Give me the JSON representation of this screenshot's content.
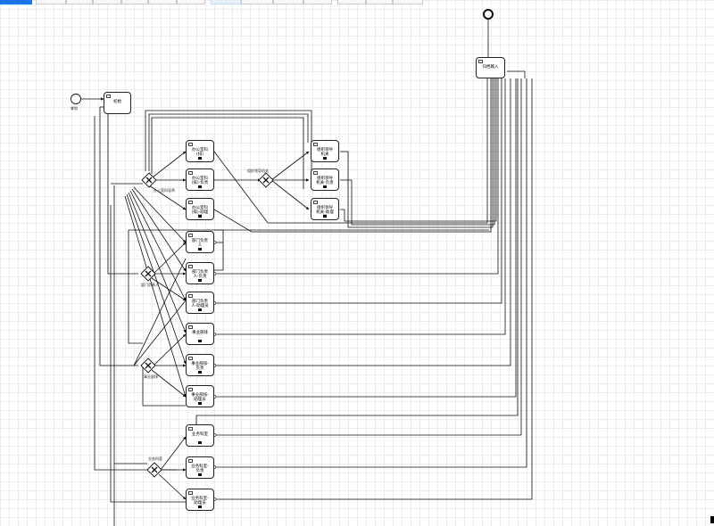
{
  "events": {
    "start_label": "拿到",
    "end_label": ""
  },
  "tasks": {
    "start_task": "初始",
    "a1": "办公室科(排)",
    "a2": "办公室科(排)-负责",
    "a3": "办公室科(排)-助理员",
    "b1": "组织领导机关",
    "b2": "组织领导机关-负责",
    "b3": "组织领导机关-助理员",
    "c1": "部门负责人",
    "c2": "部门负责人-负责",
    "c3": "部门负责人-助理员",
    "d1": "事业部排",
    "d2": "事业部排-负责",
    "d3": "事业部排-助理员",
    "e1": "业务科室",
    "e2": "业务科室-负责",
    "e3": "业务科室-助理员",
    "end_task": "归档输入"
  },
  "gateways": {
    "g1": "办公室科导师",
    "g2": "组织领导机关",
    "g3": "部门负责人",
    "g4": "事业部排",
    "g5": "业务科室"
  }
}
